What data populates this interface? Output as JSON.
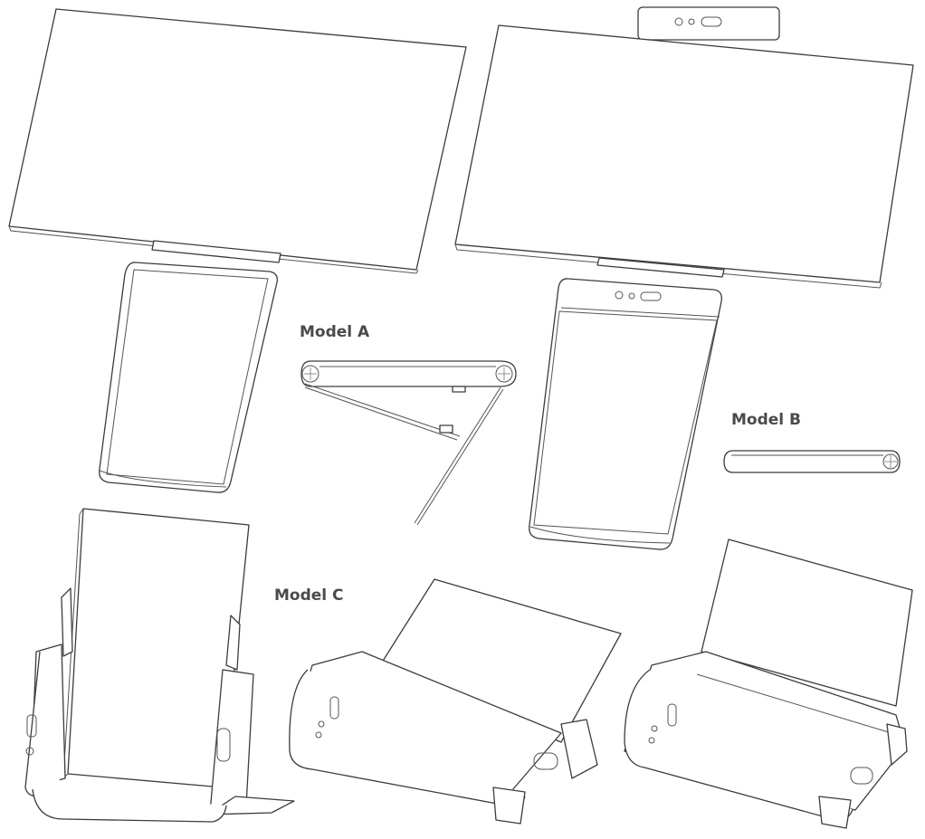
{
  "labels": {
    "model_a": "Model A",
    "model_b": "Model B",
    "model_c": "Model C"
  },
  "colors": {
    "line": "#3c3c3c",
    "label": "#4a4a4a",
    "background": "#ffffff"
  }
}
